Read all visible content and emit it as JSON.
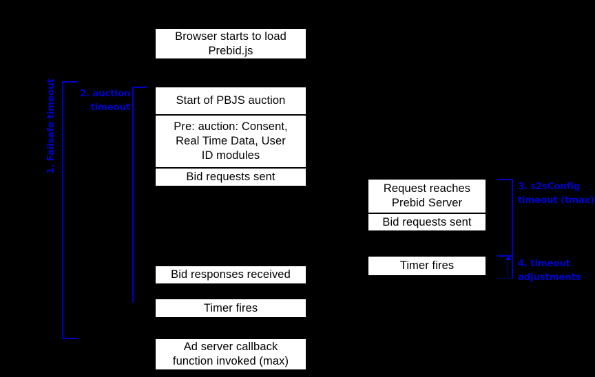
{
  "diagram": {
    "title": "Prebid timeout sequence diagram",
    "background_color": "#000000",
    "box_fill": "#ffffff",
    "box_text_color": "#000000",
    "annotation_color": "#0000CC"
  },
  "client_boxes": [
    {
      "label": "Browser starts to load\nPrebid.js"
    },
    {
      "label": "Start of PBJS auction"
    },
    {
      "label": "Pre: auction: Consent,\nReal Time Data, User\nID modules"
    },
    {
      "label": "Bid requests sent"
    },
    {
      "label": "Bid responses received"
    },
    {
      "label": "Timer fires"
    },
    {
      "label": "Ad server callback\nfunction invoked (max)"
    }
  ],
  "server_boxes": [
    {
      "label": "Request reaches\nPrebid Server"
    },
    {
      "label": "Bid requests sent"
    },
    {
      "label": "Timer fires"
    }
  ],
  "annotations": {
    "failsafe": {
      "label": "1. Failsafe timeout"
    },
    "auction": {
      "label": "2. auction\ntimeout"
    },
    "s2sconfig": {
      "label": "3. s2sConfig\ntimeout (tmax)"
    },
    "adjustments": {
      "label": "4. timeout\nadjustments"
    }
  }
}
